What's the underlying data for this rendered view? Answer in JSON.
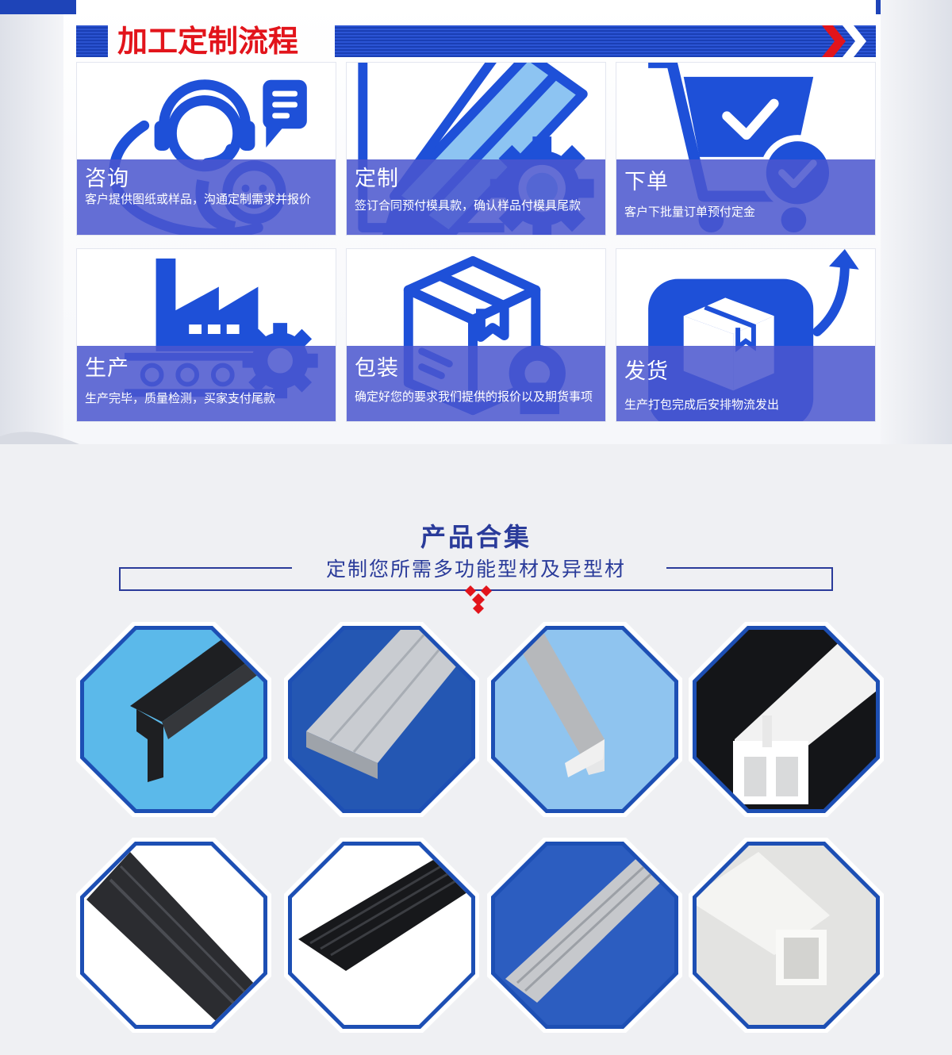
{
  "process": {
    "title": "加工定制流程",
    "steps": [
      {
        "name": "咨询",
        "desc": "客户提供图纸或样品，沟通定制需求并报价",
        "icon": "customer-service-icon"
      },
      {
        "name": "定制",
        "desc": "签订合同预付模具款，确认样品付模具尾款",
        "icon": "pencil-gear-icon"
      },
      {
        "name": "下单",
        "desc": "客户下批量订单预付定金",
        "icon": "shopping-cart-icon"
      },
      {
        "name": "生产",
        "desc": "生产完毕，质量检测，买家支付尾款",
        "icon": "factory-icon"
      },
      {
        "name": "包装",
        "desc": "确定好您的要求我们提供的报价以及期货事项",
        "icon": "package-box-icon"
      },
      {
        "name": "发货",
        "desc": "生产打包完成后安排物流发出",
        "icon": "shipping-box-icon"
      }
    ]
  },
  "products": {
    "title": "产品合集",
    "subtitle": "定制您所需多功能型材及异型材",
    "items": [
      {
        "kind": "black-t-profile"
      },
      {
        "kind": "gray-flat-panel"
      },
      {
        "kind": "gray-j-channel"
      },
      {
        "kind": "white-double-channel"
      },
      {
        "kind": "black-flat-strip"
      },
      {
        "kind": "black-ribbed-strip"
      },
      {
        "kind": "gray-ribbed-panel"
      },
      {
        "kind": "white-square-tube"
      }
    ]
  },
  "colors": {
    "brand_blue": "#1e50d8",
    "overlay_blue": "#4a56ce",
    "title_red": "#e2141b",
    "heading_blue": "#2a3b9a"
  }
}
